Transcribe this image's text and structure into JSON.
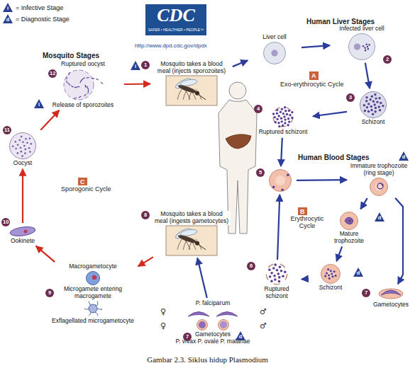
{
  "diagram": {
    "caption": "Gambar 2.3. Siklus hidup Plasmodium",
    "nodes": [
      {
        "text": [
          "Mosquito takes a blood meal (injects sporozoites)",
          "1"
        ]
      },
      {
        "text": [
          "Liver cell"
        ]
      },
      {
        "text": [
          "Infected liver cell",
          "2"
        ]
      },
      {
        "text": [
          "Schizont",
          "3"
        ]
      },
      {
        "text": [
          "Ruptured schizont",
          "4"
        ]
      },
      {
        "text": [
          "5"
        ]
      },
      {
        "text": [
          "Immature trophozoite (ring stage)"
        ]
      },
      {
        "text": [
          "Mature trophozoite"
        ]
      },
      {
        "text": [
          "Schizont"
        ]
      },
      {
        "text": [
          "Ruptured schizont",
          "6"
        ]
      },
      {
        "text": [
          "Gametocytes",
          "7"
        ]
      },
      {
        "text": [
          "Gametocytes",
          "7",
          "P. falciparum",
          "P. vivax P. ovale P. malariae"
        ]
      },
      {
        "text": [
          "Mosquito takes a blood meal (ingests gametocytes)",
          "8"
        ]
      },
      {
        "text": [
          "Macrogametocyte",
          "Microgamete entering macrogamete",
          "Exflagellated microgametocyte",
          "9"
        ]
      },
      {
        "text": [
          "Ookinete",
          "10"
        ]
      },
      {
        "text": [
          "Oocyst",
          "11"
        ]
      },
      {
        "text": [
          "Ruptured oocyst",
          "12",
          "Release of sporozoites"
        ]
      }
    ],
    "edges": [
      {
        "from": 0,
        "to": 1,
        "arrow": "to"
      },
      {
        "from": 1,
        "to": 2,
        "arrow": "to"
      },
      {
        "from": 2,
        "to": 3,
        "arrow": "to"
      },
      {
        "from": 3,
        "to": 4,
        "arrow": "to"
      },
      {
        "from": 4,
        "to": 5,
        "arrow": "to"
      },
      {
        "from": 5,
        "to": 6,
        "arrow": "to"
      },
      {
        "from": 6,
        "to": 7,
        "arrow": "to"
      },
      {
        "from": 7,
        "to": 8,
        "arrow": "to"
      },
      {
        "from": 8,
        "to": 9,
        "arrow": "to"
      },
      {
        "from": 9,
        "to": 5,
        "arrow": "to"
      },
      {
        "from": 6,
        "to": 10,
        "arrow": "to"
      },
      {
        "from": 11,
        "to": 12,
        "arrow": "to"
      },
      {
        "from": 12,
        "to": 13,
        "arrow": "to"
      },
      {
        "from": 13,
        "to": 14,
        "arrow": "to"
      },
      {
        "from": 14,
        "to": 15,
        "arrow": "to"
      },
      {
        "from": 15,
        "to": 16,
        "arrow": "to"
      },
      {
        "from": 16,
        "to": 0,
        "arrow": "to"
      }
    ],
    "labels": [
      "CDC",
      "SAFER • HEALTHIER • PEOPLE™",
      "http://www.dpd.cdc.gov/dpdx",
      "Mosquito Stages",
      "Human Liver Stages",
      "Human Blood Stages",
      "A",
      "Exo-erythrocytic Cycle",
      "B",
      "Erythrocytic Cycle",
      "C",
      "Sporogonic Cycle",
      "i",
      "d",
      "i",
      "i",
      "d",
      "d",
      "d",
      "d",
      "♀",
      "♂",
      "♀",
      "♂"
    ],
    "legend": [
      {
        "text": "= Infective Stage"
      },
      {
        "text": "= Diagnostic Stage"
      }
    ]
  }
}
